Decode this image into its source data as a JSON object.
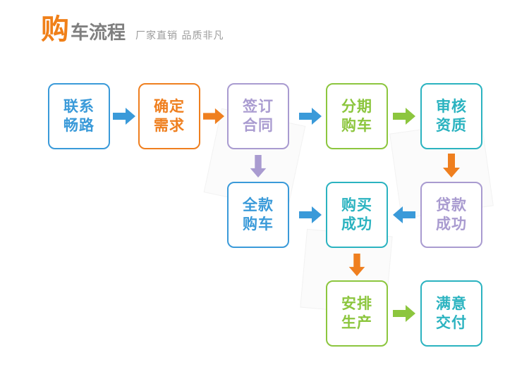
{
  "header": {
    "title_main": "购",
    "title_sub": "车流程",
    "tagline": "厂家直销  品质非凡"
  },
  "colors": {
    "orange": "#ef7f1f",
    "blue": "#3a9ad9",
    "purple": "#a99bd0",
    "green": "#8cc63e",
    "cyan": "#2bb3c0",
    "title_orange": "#f08019",
    "title_gray": "#7f7f7f",
    "tagline_gray": "#9b9b9b"
  },
  "flow": {
    "nodes": [
      {
        "id": "n1",
        "line1": "联系",
        "line2": "畅路",
        "color": "blue"
      },
      {
        "id": "n2",
        "line1": "确定",
        "line2": "需求",
        "color": "orange"
      },
      {
        "id": "n3",
        "line1": "签订",
        "line2": "合同",
        "color": "purple"
      },
      {
        "id": "n4",
        "line1": "分期",
        "line2": "购车",
        "color": "green"
      },
      {
        "id": "n5",
        "line1": "审核",
        "line2": "资质",
        "color": "cyan"
      },
      {
        "id": "n6",
        "line1": "贷款",
        "line2": "成功",
        "color": "purple"
      },
      {
        "id": "n7",
        "line1": "购买",
        "line2": "成功",
        "color": "cyan"
      },
      {
        "id": "n8",
        "line1": "全款",
        "line2": "购车",
        "color": "blue"
      },
      {
        "id": "n9",
        "line1": "安排",
        "line2": "生产",
        "color": "green"
      },
      {
        "id": "n10",
        "line1": "满意",
        "line2": "交付",
        "color": "cyan"
      }
    ],
    "arrows": [
      {
        "id": "a1",
        "from": "n1",
        "to": "n2",
        "direction": "right",
        "color": "blue"
      },
      {
        "id": "a2",
        "from": "n2",
        "to": "n3",
        "direction": "right",
        "color": "orange"
      },
      {
        "id": "a3",
        "from": "n3",
        "to": "n4",
        "direction": "right",
        "color": "blue"
      },
      {
        "id": "a4",
        "from": "n4",
        "to": "n5",
        "direction": "right",
        "color": "green"
      },
      {
        "id": "a5",
        "from": "n5",
        "to": "n6",
        "direction": "down",
        "color": "orange"
      },
      {
        "id": "a6",
        "from": "n6",
        "to": "n7",
        "direction": "left",
        "color": "blue"
      },
      {
        "id": "a7",
        "from": "n3",
        "to": "n8",
        "direction": "down",
        "color": "purple"
      },
      {
        "id": "a8",
        "from": "n8",
        "to": "n7",
        "direction": "right",
        "color": "blue"
      },
      {
        "id": "a9",
        "from": "n7",
        "to": "n9",
        "direction": "down",
        "color": "orange"
      },
      {
        "id": "a10",
        "from": "n9",
        "to": "n10",
        "direction": "right",
        "color": "green"
      }
    ]
  }
}
